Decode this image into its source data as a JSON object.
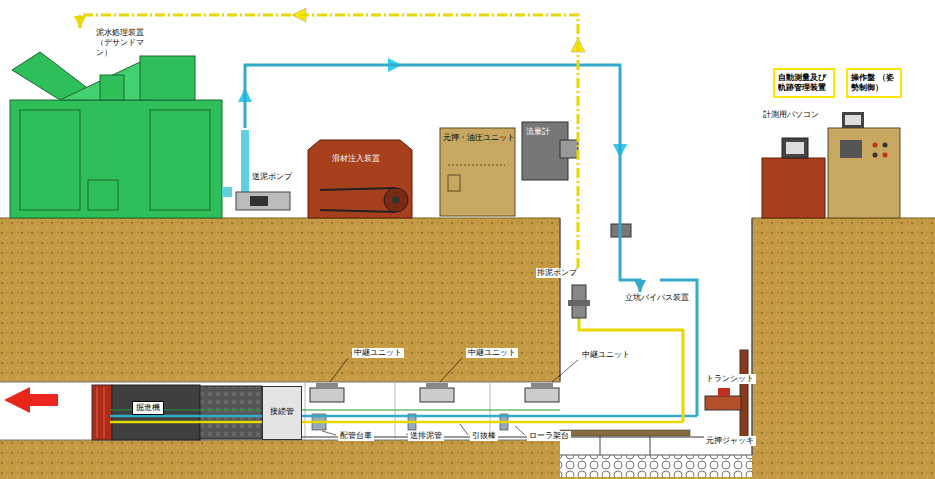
{
  "diagram": {
    "nodes": [
      {
        "text": [
          "泥水処理装置 （デサンドマン）"
        ]
      },
      {
        "text": [
          "送泥ポンプ"
        ]
      },
      {
        "text": [
          "滑材注入装置"
        ]
      },
      {
        "text": [
          "元押・油圧ユニット"
        ]
      },
      {
        "text": [
          "流量計"
        ]
      },
      {
        "text": [
          "排泥ポンプ"
        ]
      },
      {
        "text": [
          "立坑バイパス装置"
        ]
      },
      {
        "text": [
          "自動測量及び 軌跡管理装置"
        ]
      },
      {
        "text": [
          "操作盤 （姿勢制御）"
        ]
      },
      {
        "text": [
          "計測用パソコン"
        ]
      },
      {
        "text": [
          "掘進機"
        ]
      },
      {
        "text": [
          "接続管"
        ]
      }
    ],
    "edges": [
      {
        "from": 1,
        "to": 6,
        "arrow": "to"
      },
      {
        "from": 5,
        "to": 0,
        "arrow": "to"
      },
      {
        "from": 0,
        "to": 1,
        "arrow": "none"
      }
    ],
    "labels": [
      "中継ユニット",
      "中継ユニット",
      "中継ユニット",
      "配管台車",
      "送排泥管",
      "引抜棒",
      "ローラ架台",
      "トランシット",
      "元押ジャッキ"
    ]
  }
}
